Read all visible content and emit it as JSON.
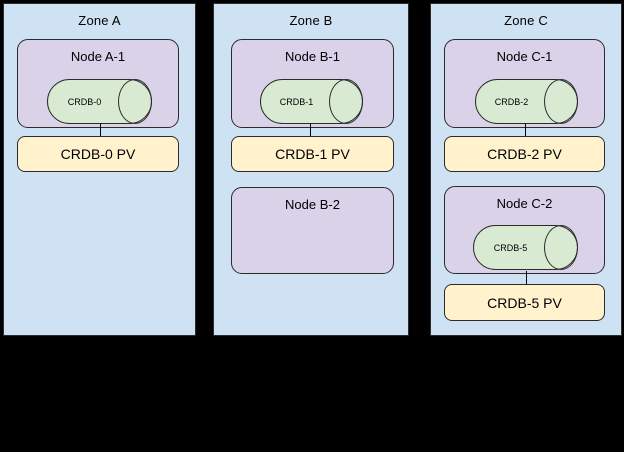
{
  "colors": {
    "canvas_bg": "#000000",
    "zone_bg": "#cfe2f3",
    "node_bg": "#d9d2e9",
    "cylinder_bg": "#d9ead3",
    "pv_bg": "#fff2cc",
    "border": "#2b2b2b"
  },
  "zones": [
    {
      "label": "Zone A",
      "nodes": [
        {
          "label": "Node A-1",
          "pod": "CRDB-0",
          "pv": "CRDB-0 PV"
        }
      ]
    },
    {
      "label": "Zone B",
      "nodes": [
        {
          "label": "Node B-1",
          "pod": "CRDB-1",
          "pv": "CRDB-1 PV"
        },
        {
          "label": "Node B-2"
        }
      ]
    },
    {
      "label": "Zone C",
      "nodes": [
        {
          "label": "Node C-1",
          "pod": "CRDB-2",
          "pv": "CRDB-2 PV"
        },
        {
          "label": "Node C-2",
          "pod": "CRDB-5",
          "pv": "CRDB-5 PV"
        }
      ]
    }
  ]
}
